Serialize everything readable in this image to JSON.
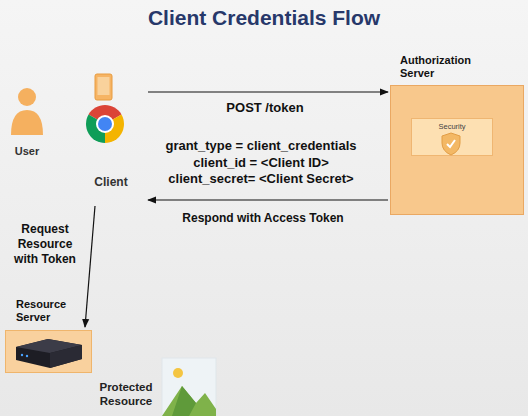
{
  "diagram": {
    "title": "Client Credentials Flow",
    "nodes": [
      {
        "text": [
          "Authorization Server"
        ]
      },
      {
        "text": [
          "Security"
        ],
        "in": 0
      },
      {
        "text": [
          "Client"
        ]
      },
      {
        "text": [
          "Resource Server"
        ]
      }
    ],
    "edges": [
      {
        "from": 2,
        "to": 0,
        "label": "POST /token",
        "arrow": "to"
      },
      {
        "from": 0,
        "to": 2,
        "label": "Respond with Access Token",
        "arrow": "to"
      },
      {
        "from": 2,
        "to": 3,
        "label": "Request Resource with Token",
        "arrow": "to"
      }
    ],
    "labels": [
      "User",
      "grant_type = client_credentials",
      "client_id = <Client ID>",
      "client_secret= <Client Secret>",
      "Protected Resource"
    ]
  }
}
